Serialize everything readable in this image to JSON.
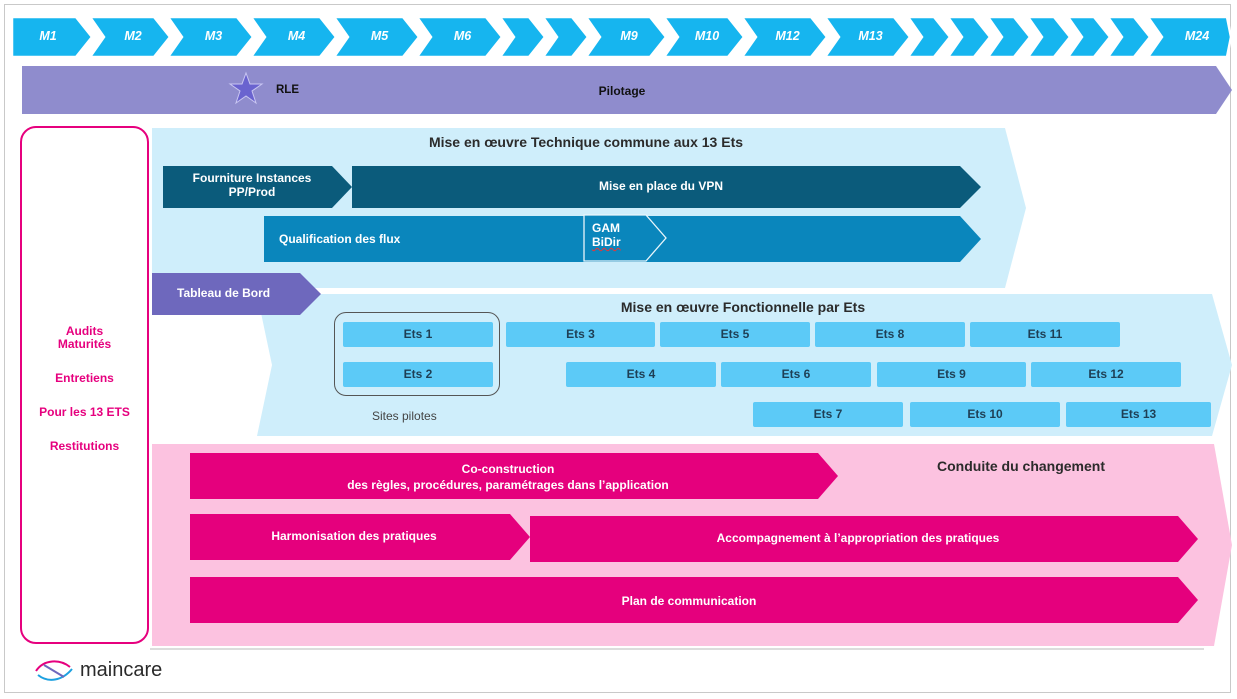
{
  "colors": {
    "milestone_blue": "#16b5ef",
    "pilotage_purple": "#8f8ccd",
    "tech_band": "#cfeefb",
    "dark_teal": "#0b5b7b",
    "mid_blue": "#0a86bc",
    "tableau_purple": "#6e68bd",
    "ets_blue": "#5ccaf7",
    "change_band": "#fcc2e0",
    "magenta": "#e5007d"
  },
  "timeline": {
    "labels": [
      "M1",
      "M2",
      "M3",
      "M4",
      "M5",
      "M6",
      "",
      "",
      "M9",
      "M10",
      "M12",
      "M13",
      "",
      "",
      "",
      "",
      "",
      "",
      "M24"
    ]
  },
  "pilotage": {
    "milestone_icon": "star-icon",
    "milestone_label": "RLE",
    "label": "Pilotage"
  },
  "sidebar": {
    "line1": "Audits",
    "line2": "Maturités",
    "line3": "Entretiens",
    "line4": "Pour les 13 ETS",
    "line5": "Restitutions"
  },
  "technique": {
    "title": "Mise en œuvre Technique commune aux 13 Ets",
    "fourniture_line1": "Fourniture Instances",
    "fourniture_line2": "PP/Prod",
    "vpn": "Mise en place du VPN",
    "qualification": "Qualification des flux",
    "gam_line1": "GAM",
    "gam_line2": "BiDir"
  },
  "tableau": {
    "label": "Tableau de Bord"
  },
  "fonctionnelle": {
    "title": "Mise en œuvre Fonctionnelle par Ets",
    "pilot_caption": "Sites pilotes",
    "ets": [
      "Ets 1",
      "Ets 2",
      "Ets 3",
      "Ets 4",
      "Ets 5",
      "Ets 6",
      "Ets 7",
      "Ets 8",
      "Ets 9",
      "Ets 10",
      "Ets 11",
      "Ets 12",
      "Ets 13"
    ]
  },
  "changement": {
    "title": "Conduite du changement",
    "coconstruction_line1": "Co-construction",
    "coconstruction_line2": "des règles, procédures, paramétrages dans l’application",
    "harmonisation": "Harmonisation des pratiques",
    "accompagnement": "Accompagnement  à l’appropriation des pratiques",
    "communication": "Plan de communication"
  },
  "logo": {
    "icon": "maincare-logo-icon",
    "text": "maincare"
  }
}
